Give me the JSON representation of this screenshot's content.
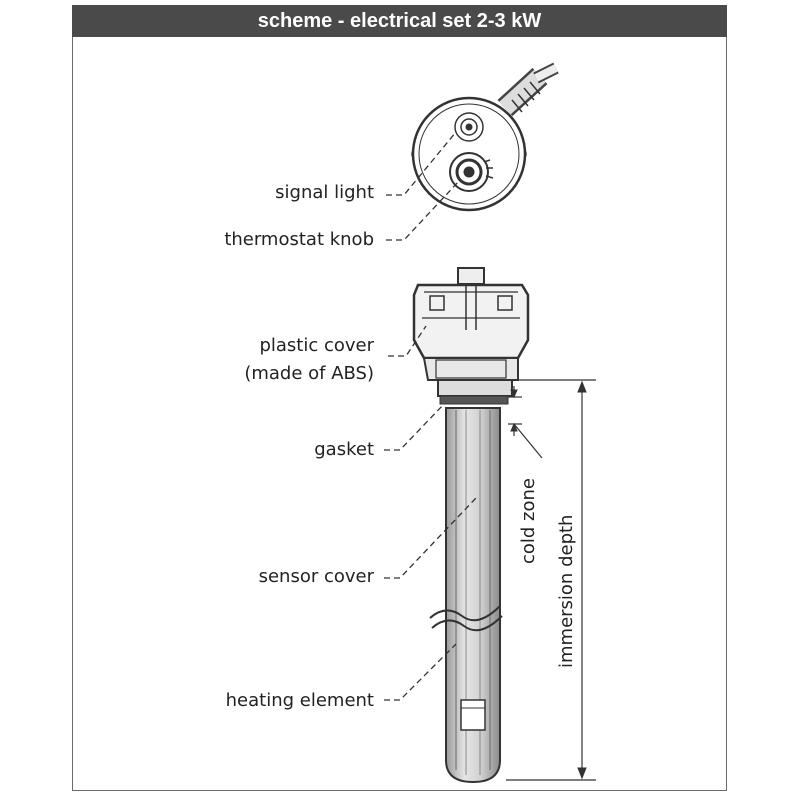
{
  "header": {
    "title": "scheme - electrical set 2-3 kW"
  },
  "labels": {
    "signal_light": "signal light",
    "thermostat_knob": "thermostat knob",
    "plastic_cover_1": "plastic cover",
    "plastic_cover_2": "(made of ABS)",
    "gasket": "gasket",
    "sensor_cover": "sensor cover",
    "heating_element": "heating element",
    "cold_zone": "cold zone",
    "immersion_depth": "immersion depth"
  },
  "colors": {
    "header_bg": "#4a4a4a",
    "line": "#333333"
  }
}
